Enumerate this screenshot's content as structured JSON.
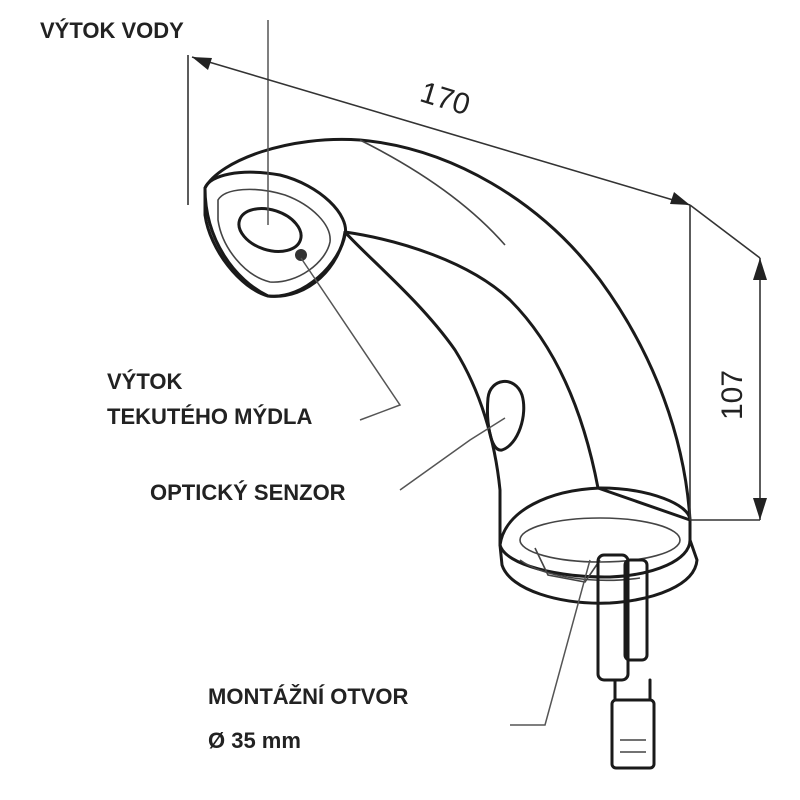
{
  "labels": {
    "water_outlet": "VÝTOK VODY",
    "soap_outlet_line1": "VÝTOK",
    "soap_outlet_line2": "TEKUTÉHO MÝDLA",
    "optical_sensor": "OPTICKÝ SENZOR",
    "mounting_hole_line1": "MONTÁŽNÍ OTVOR",
    "mounting_hole_line2": "Ø 35 mm"
  },
  "dimensions": {
    "length": "170",
    "height": "107"
  },
  "colors": {
    "line": "#1a1a1a",
    "text": "#222222",
    "background": "#ffffff"
  }
}
